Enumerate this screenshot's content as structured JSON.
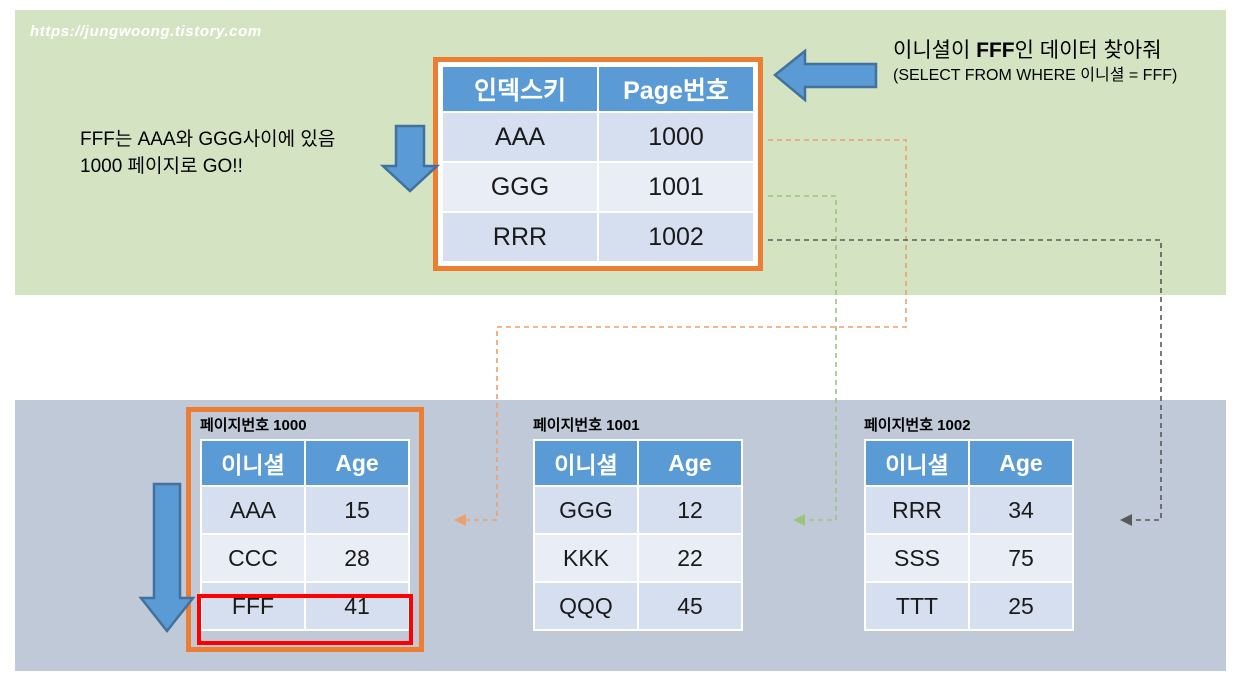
{
  "watermark": "https://jungwoong.tistory.com",
  "colors": {
    "panel_green": "#d4e4c3",
    "panel_gray": "#c0c9d7",
    "accent_orange": "#ed7d31",
    "header_blue": "#5b9bd5",
    "arrow_blue": "#5b9bd5",
    "arrow_blue_border": "#41719c",
    "highlight_red": "#ff0000",
    "row_odd": "#d6dfef",
    "row_even": "#e9edf6"
  },
  "notes": {
    "left_line1": "FFF는 AAA와 GGG사이에 있음",
    "left_line2": "1000 페이지로 GO!!",
    "right_line1_prefix": "이니셜이 ",
    "right_line1_bold": "FFF",
    "right_line1_suffix": "인 데이터 찾아줘",
    "right_line2": "(SELECT FROM WHERE 이니셜 = FFF)"
  },
  "index_table": {
    "headers": [
      "인덱스키",
      "Page번호"
    ],
    "rows": [
      [
        "AAA",
        "1000"
      ],
      [
        "GGG",
        "1001"
      ],
      [
        "RRR",
        "1002"
      ]
    ]
  },
  "page_tables": [
    {
      "title": "페이지번호 1000",
      "headers": [
        "이니셜",
        "Age"
      ],
      "rows": [
        [
          "AAA",
          "15"
        ],
        [
          "CCC",
          "28"
        ],
        [
          "FFF",
          "41"
        ]
      ],
      "highlighted_row_index": 2,
      "framed": true
    },
    {
      "title": "페이지번호 1001",
      "headers": [
        "이니셜",
        "Age"
      ],
      "rows": [
        [
          "GGG",
          "12"
        ],
        [
          "KKK",
          "22"
        ],
        [
          "QQQ",
          "45"
        ]
      ],
      "highlighted_row_index": null,
      "framed": false
    },
    {
      "title": "페이지번호 1002",
      "headers": [
        "이니셜",
        "Age"
      ],
      "rows": [
        [
          "RRR",
          "34"
        ],
        [
          "SSS",
          "75"
        ],
        [
          "TTT",
          "25"
        ]
      ],
      "highlighted_row_index": null,
      "framed": false
    }
  ],
  "arrows": {
    "left_arrow_to_index_table": "arrow-left",
    "down_arrow_to_index_table": "arrow-down",
    "down_arrow_scan_page_1000": "arrow-down-long"
  },
  "connectors": [
    {
      "from": "index-row-1000",
      "to": "page-table-1000",
      "color": "#ed9f6c",
      "style": "dashed"
    },
    {
      "from": "index-row-1001",
      "to": "page-table-1001",
      "color": "#9cc47f",
      "style": "dashed"
    },
    {
      "from": "index-row-1002",
      "to": "page-table-1002",
      "color": "#595959",
      "style": "dashed"
    }
  ]
}
